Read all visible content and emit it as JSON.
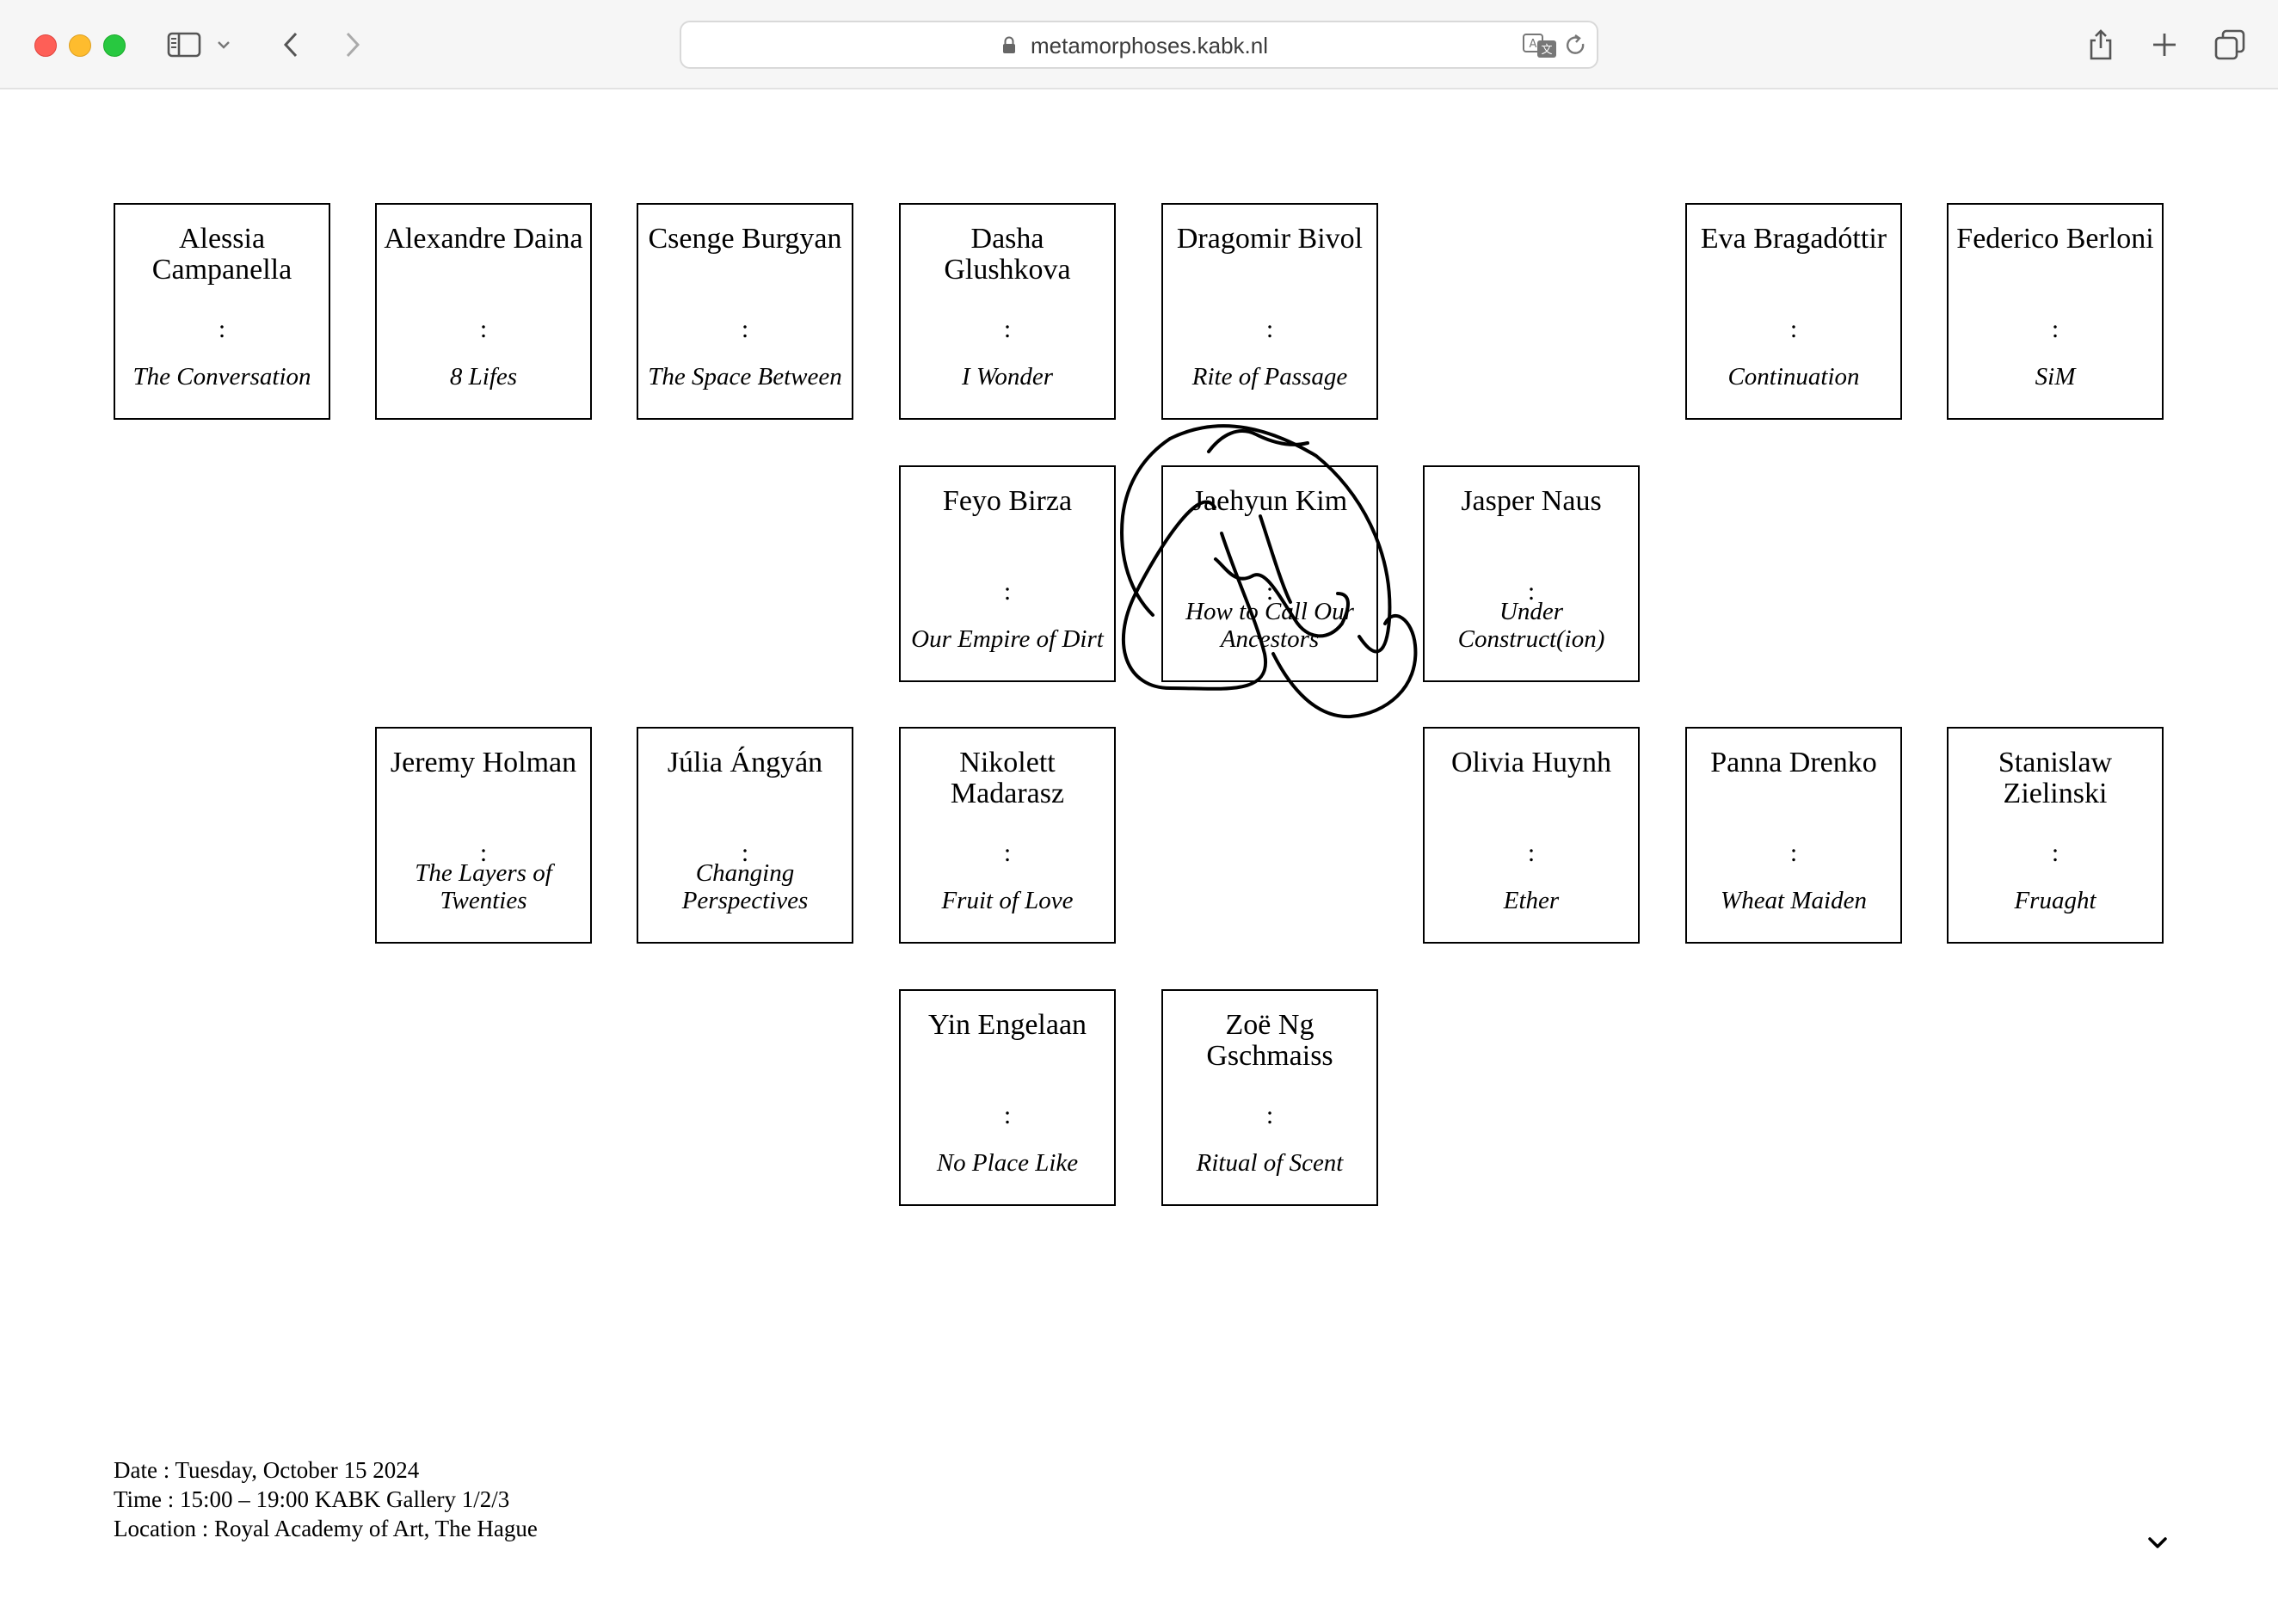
{
  "browser": {
    "url": "metamorphoses.kabk.nl"
  },
  "artists": [
    {
      "name": "Alessia Campanella",
      "title": "The Conversation"
    },
    {
      "name": "Alexandre Daina",
      "title": "8 Lifes"
    },
    {
      "name": "Csenge Burgyan",
      "title": "The Space Between"
    },
    {
      "name": "Dasha Glushkova",
      "title": "I Wonder"
    },
    {
      "name": "Dragomir Bivol",
      "title": "Rite of Passage"
    },
    {
      "name": "Eva Bragadóttir",
      "title": "Continuation"
    },
    {
      "name": "Federico Berloni",
      "title": "SiM"
    },
    {
      "name": "Feyo Birza",
      "title": "Our Empire of Dirt"
    },
    {
      "name": "Jaehyun Kim",
      "title": "How to Call Our Ancestors"
    },
    {
      "name": "Jasper Naus",
      "title": "Under Construct(ion)"
    },
    {
      "name": "Jeremy Holman",
      "title": "The Layers of Twenties"
    },
    {
      "name": "Júlia Ángyán",
      "title": "Changing Perspectives"
    },
    {
      "name": "Nikolett Madarasz",
      "title": "Fruit of Love"
    },
    {
      "name": "Olivia Huynh",
      "title": "Ether"
    },
    {
      "name": "Panna Drenko",
      "title": "Wheat Maiden"
    },
    {
      "name": "Stanislaw Zielinski",
      "title": "Fruaght"
    },
    {
      "name": "Yin Engelaan",
      "title": "No Place Like"
    },
    {
      "name": "Zoë Ng Gschmaiss",
      "title": "Ritual of Scent"
    }
  ],
  "separator": ":",
  "info": {
    "date": "Date : Tuesday, October 15 2024",
    "time": "Time : 15:00 – 19:00 KABK Gallery 1/2/3",
    "location": "Location : Royal Academy of Art, The Hague"
  },
  "icons": {
    "sidebar": "sidebar-icon",
    "back": "chevron-left-icon",
    "forward": "chevron-right-icon",
    "share": "share-icon",
    "new_tab": "plus-icon",
    "tabs": "tab-overview-icon",
    "scroll": "chevron-down-icon"
  }
}
